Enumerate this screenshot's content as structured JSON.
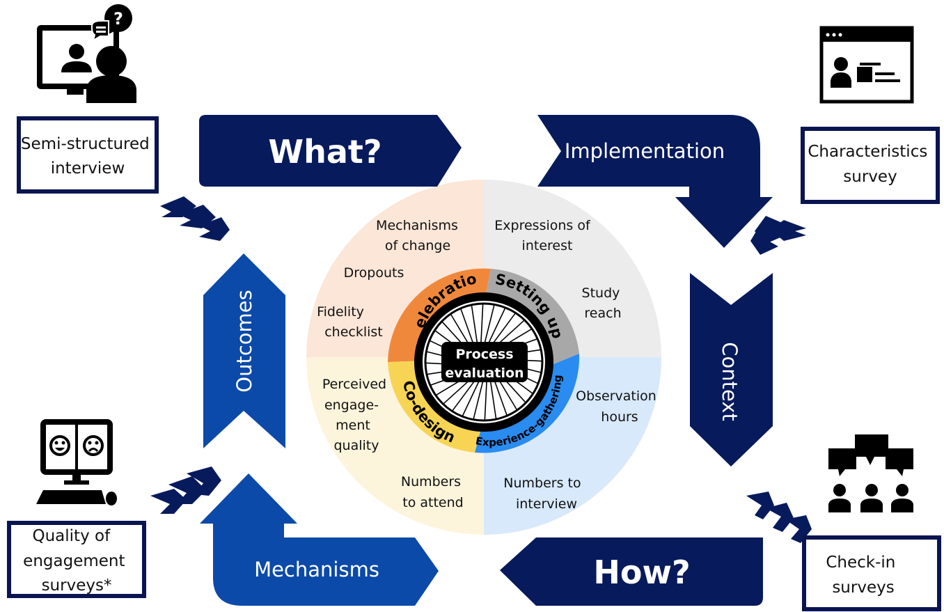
{
  "colors": {
    "navy": "#071a5c",
    "royal": "#0b4aa8",
    "box_border": "#0a1450",
    "quad_top_left": "#fbe6d8",
    "quad_top_right": "#ececec",
    "quad_bottom_right": "#d8e9fb",
    "quad_bottom_left": "#fdf4dc",
    "seg_celebration": "#f0883c",
    "seg_setting_up": "#a8a8a8",
    "seg_experience": "#2a8bf0",
    "seg_codesign": "#f8d454"
  },
  "icons": {
    "interview": "video-interview-icon",
    "characteristics": "profile-card-icon",
    "quality": "computer-faces-icon",
    "checkin": "group-chat-icon",
    "center": "bicycle-wheel-icon"
  },
  "boxes": {
    "semi_structured": [
      "Semi-structured",
      "interview"
    ],
    "characteristics": [
      "Characteristics",
      "survey"
    ],
    "quality": [
      "Quality of",
      "engagement",
      "surveys*"
    ],
    "checkin": [
      "Check-in",
      "surveys"
    ]
  },
  "arrows": {
    "what": "What?",
    "implementation": "Implementation",
    "context": "Context",
    "how": "How?",
    "mechanisms": "Mechanisms",
    "outcomes": "Outcomes"
  },
  "center": {
    "line1": "Process",
    "line2": "evaluation"
  },
  "segments": {
    "celebration": "Celebration",
    "setting_up": "Setting up",
    "experience": "Experience-gathering",
    "codesign": "Co-design"
  },
  "quadrant_labels": {
    "mechanisms_of_change": [
      "Mechanisms",
      "of change"
    ],
    "dropouts": [
      "Dropouts"
    ],
    "fidelity_checklist": [
      "Fidelity",
      "checklist"
    ],
    "expressions_of_interest": [
      "Expressions of",
      "interest"
    ],
    "study_reach": [
      "Study",
      "reach"
    ],
    "observation_hours": [
      "Observation",
      "hours"
    ],
    "numbers_to_interview": [
      "Numbers to",
      "interview"
    ],
    "perceived_engagement": [
      "Perceived",
      "engage-",
      "ment",
      "quality"
    ],
    "numbers_to_attend": [
      "Numbers",
      "to attend"
    ]
  }
}
